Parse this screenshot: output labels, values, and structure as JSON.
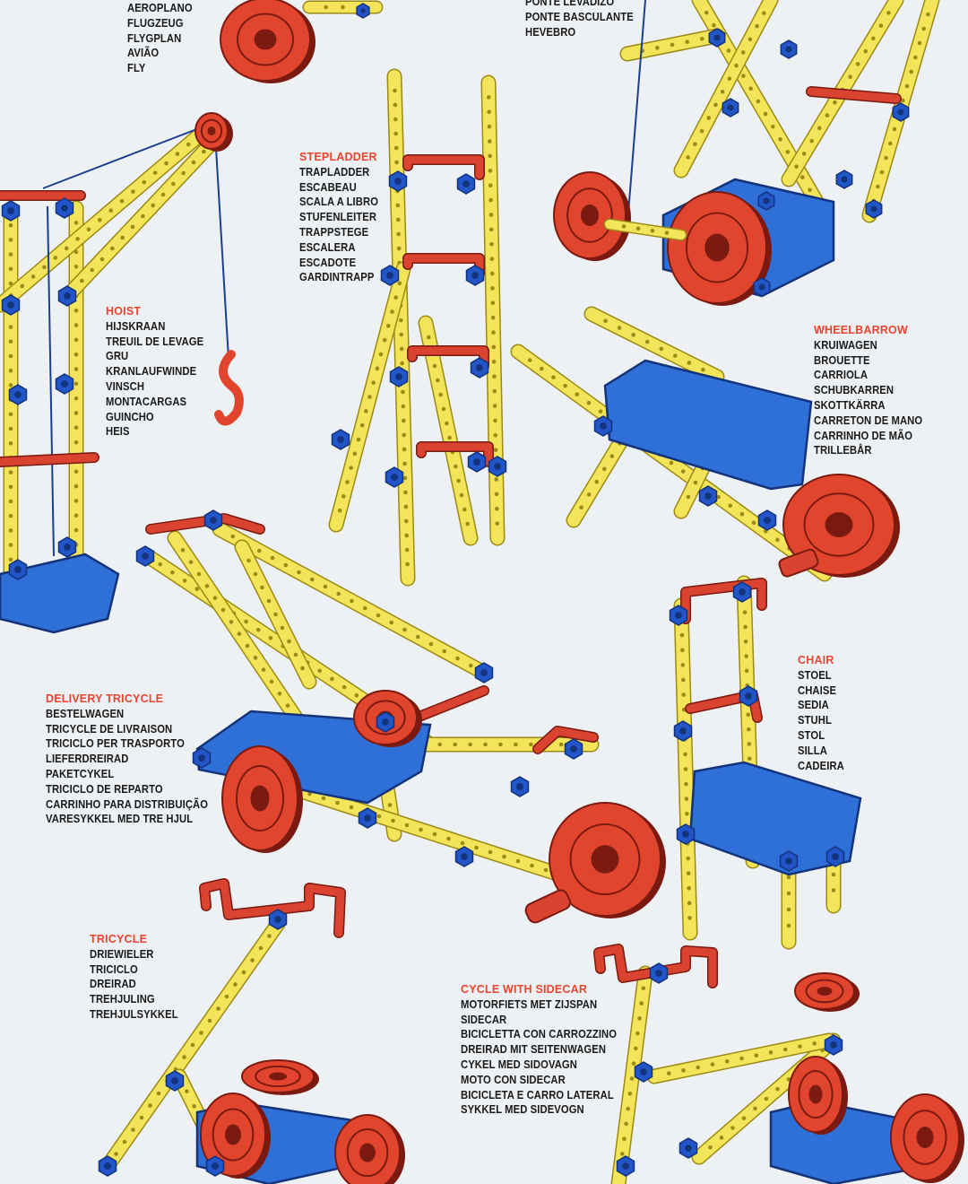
{
  "colors": {
    "paper": "#eef1f4",
    "strip": "#f3e45a",
    "strip_edge": "#9c8a15",
    "plate": "#2f6fd8",
    "plate_edge": "#13337a",
    "bolt": "#2255c8",
    "wheel": "#e2452e",
    "wheel_edge": "#7a1a10",
    "bracket": "#d9432f",
    "cord": "#1d3f8f",
    "hook": "#e2452e",
    "label_title": "#e8452f",
    "label_text": "#1a1a1a"
  },
  "models": {
    "aeroplane": {
      "title": "",
      "lines": [
        "AEROPLANO",
        "FLUGZEUG",
        "FLYGPLAN",
        "AVIÃO",
        "FLY"
      ]
    },
    "drawbridge": {
      "title": "",
      "lines": [
        "PONTE LEVADIZO",
        "PONTE BASCULANTE",
        "HEVEBRO"
      ]
    },
    "stepladder": {
      "title": "STEPLADDER",
      "lines": [
        "TRAPLADDER",
        "ESCABEAU",
        "SCALA A LIBRO",
        "STUFENLEITER",
        "TRAPPSTEGE",
        "ESCALERA",
        "ESCADOTE",
        "GARDINTRAPP"
      ]
    },
    "hoist": {
      "title": "HOIST",
      "lines": [
        "HIJSKRAAN",
        "TREUIL DE LEVAGE",
        "GRU",
        "KRANLAUFWINDE",
        "VINSCH",
        "MONTACARGAS",
        "GUINCHO",
        "HEIS"
      ]
    },
    "wheelbarrow": {
      "title": "WHEELBARROW",
      "lines": [
        "KRUIWAGEN",
        "BROUETTE",
        "CARRIOLA",
        "SCHUBKARREN",
        "SKOTTKÄRRA",
        "CARRETON DE MANO",
        "CARRINHO DE MÃO",
        "TRILLEBÅR"
      ]
    },
    "chair": {
      "title": "CHAIR",
      "lines": [
        "STOEL",
        "CHAISE",
        "SEDIA",
        "STUHL",
        "STOL",
        "SILLA",
        "CADEIRA"
      ]
    },
    "delivery_tricycle": {
      "title": "DELIVERY TRICYCLE",
      "lines": [
        "BESTELWAGEN",
        "TRICYCLE DE LIVRAISON",
        "TRICICLO PER TRASPORTO",
        "LIEFERDREIRAD",
        "PAKETCYKEL",
        "TRICICLO DE REPARTO",
        "CARRINHO PARA DISTRIBUIÇÃO",
        "VARESYKKEL MED TRE HJUL"
      ]
    },
    "tricycle": {
      "title": "TRICYCLE",
      "lines": [
        "DRIEWIELER",
        "TRICICLO",
        "DREIRAD",
        "TREHJULING",
        "TREHJULSYKKEL"
      ]
    },
    "cycle_with_sidecar": {
      "title": "CYCLE WITH SIDECAR",
      "lines": [
        "MOTORFIETS MET ZIJSPAN",
        "SIDECAR",
        "BICICLETTA CON CARROZZINO",
        "DREIRAD MIT SEITENWAGEN",
        "CYKEL MED SIDOVAGN",
        "MOTO CON SIDECAR",
        "BICICLETA E CARRO LATERAL",
        "SYKKEL MED SIDEVOGN"
      ]
    }
  }
}
